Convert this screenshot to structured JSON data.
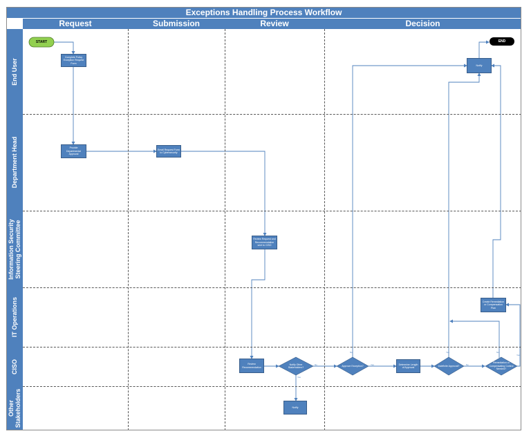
{
  "title": "Exceptions Handling Process Workflow",
  "columns": [
    "Request",
    "Submission",
    "Review",
    "Decision"
  ],
  "lanes": {
    "end_user": "End User",
    "department_head": "Department Head",
    "isc_line1": "Information Security",
    "isc_line2": "Steering Committee",
    "it_operations": "IT Operations",
    "ciso": "CISO",
    "other_line1": "Other",
    "other_line2": "Stakeholders"
  },
  "nodes": {
    "start": "START",
    "end": "END",
    "complete_form": "Complete Policy Exception Request Form",
    "provide_approval": "Provide Departmental Approval",
    "email_request": "Email Request Form to Cybersecurity",
    "review_request": "Review Request and Recommendation sent to CISO",
    "review_recommendation": "Review Recommendation",
    "notify_stakeholders_q": "Notify Other Stakeholders?",
    "approve_exception_q": "Approve Exception?",
    "determine_length": "Determine Length of Approval",
    "indefinite_approval_q": "Indefinite Approval?",
    "remediation_q": "Remediation or Compensating Control Needed?",
    "create_remediation": "Create Remediation or Compensation Plan",
    "notify_end_user": "Notify",
    "notify_other": "Notify"
  },
  "edge_labels": {
    "yes": "Yes",
    "no": "No"
  },
  "colors": {
    "header_fill": "#4f81bd",
    "node_fill": "#4f81bd",
    "node_border": "#385d8a",
    "connector": "#4f81bd",
    "start_fill": "#92d050",
    "end_fill": "#000000"
  }
}
